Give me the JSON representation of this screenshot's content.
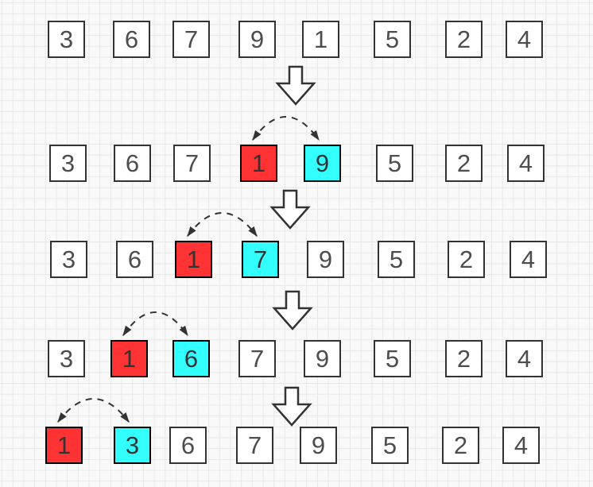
{
  "colors": {
    "background": "#f9f9f9",
    "grid_line": "#e7e7e7",
    "box_fill": "#ffffff",
    "box_border": "#333333",
    "highlight_border": "#000000",
    "swap_moving_fill": "#ff3333",
    "swap_partner_fill": "#33ffff",
    "digit_color": "#4d4d4d",
    "arrow_fill": "#ffffff",
    "arrow_outline": "#333333",
    "arc_color": "#333333"
  },
  "icons": {
    "step_connector": "down-arrow-icon",
    "swap_connector": "dashed-arc-double-arrow-icon"
  },
  "steps": [
    {
      "values": [
        "3",
        "6",
        "7",
        "9",
        "1",
        "5",
        "2",
        "4"
      ],
      "red_index": null,
      "cyan_index": null,
      "swap": null
    },
    {
      "values": [
        "3",
        "6",
        "7",
        "1",
        "9",
        "5",
        "2",
        "4"
      ],
      "red_index": 3,
      "cyan_index": 4,
      "swap": [
        3,
        4
      ]
    },
    {
      "values": [
        "3",
        "6",
        "1",
        "7",
        "9",
        "5",
        "2",
        "4"
      ],
      "red_index": 2,
      "cyan_index": 3,
      "swap": [
        2,
        3
      ]
    },
    {
      "values": [
        "3",
        "1",
        "6",
        "7",
        "9",
        "5",
        "2",
        "4"
      ],
      "red_index": 1,
      "cyan_index": 2,
      "swap": [
        1,
        2
      ]
    },
    {
      "values": [
        "1",
        "3",
        "6",
        "7",
        "9",
        "5",
        "2",
        "4"
      ],
      "red_index": 0,
      "cyan_index": 1,
      "swap": [
        0,
        1
      ]
    }
  ]
}
